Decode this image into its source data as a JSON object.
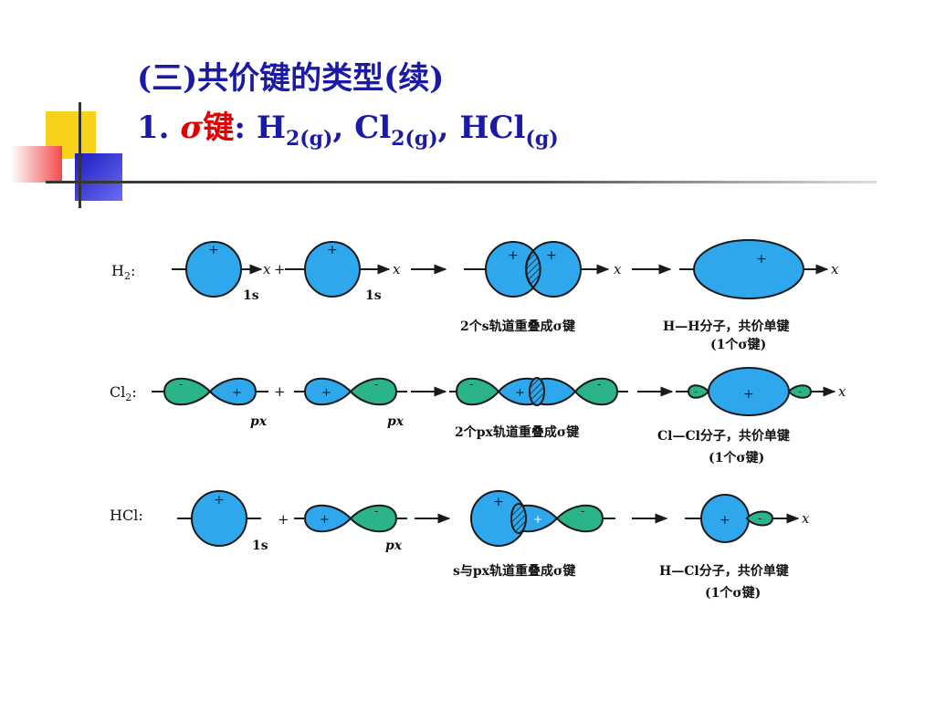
{
  "colors": {
    "title": "#1a1aa6",
    "accent": "#e00000",
    "orbital_blue": "#2ea7ec",
    "orbital_green": "#2bb38a",
    "deco_yellow": "#f7d21a",
    "deco_blue": "#2b2bd1",
    "deco_red": "#f24a4a"
  },
  "title": {
    "line1": "(三)共价键的类型(续)",
    "line2_prefix": "1.",
    "line2_sigma": "σ",
    "line2_jian": "键",
    "line2_colon": ":",
    "h2_main": "H",
    "h2_sub": "2(g)",
    "sep1": ",",
    "cl2_main": "Cl",
    "cl2_sub": "2(g)",
    "sep2": ",",
    "hcl_main": "HCl",
    "hcl_sub": "(g)"
  },
  "rows": {
    "h2": {
      "label": "H",
      "label_sub": "2",
      "label_colon": ":",
      "orbital1": "1s",
      "orbital2": "1s",
      "plus_op": "+",
      "x": "x",
      "overlap_caption": "2个s轨道重叠成σ键",
      "result_caption1": "H—H分子，共价单键",
      "result_caption2": "(1个σ键)",
      "sign": "+"
    },
    "cl2": {
      "label": "Cl",
      "label_sub": "2",
      "label_colon": ":",
      "orbital1": "px",
      "orbital2": "px",
      "plus_op": "+",
      "x": "x",
      "overlap_caption": "2个px轨道重叠成σ键",
      "result_caption1": "Cl—Cl分子，共价单键",
      "result_caption2": "(1个σ键)",
      "sign_pos": "+",
      "sign_neg": "-"
    },
    "hcl": {
      "label": "HCl:",
      "orbital1": "1s",
      "orbital2": "px",
      "plus_op": "+",
      "x": "x",
      "overlap_caption": "s与px轨道重叠成σ键",
      "result_caption1": "H—Cl分子，共价单键",
      "result_caption2": "(1个σ键)",
      "sign_pos": "+",
      "sign_neg": "-"
    }
  }
}
